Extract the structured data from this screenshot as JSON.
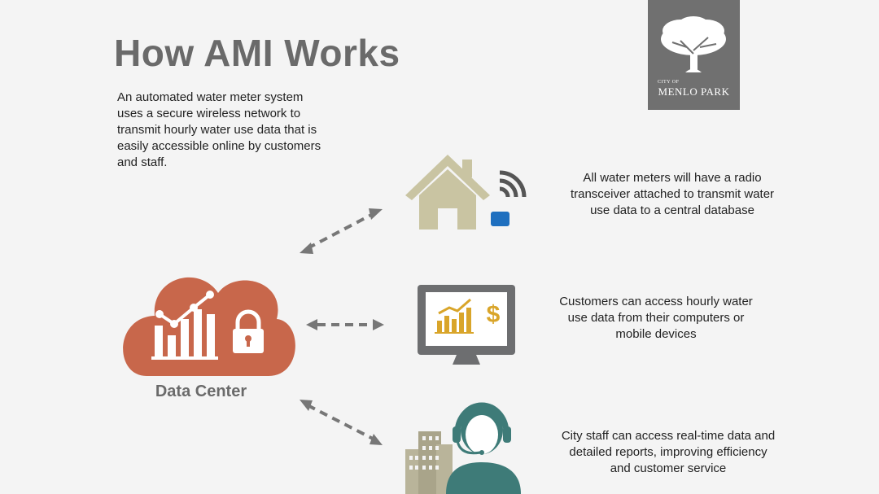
{
  "title": "How AMI Works",
  "intro_lines": [
    "An automated water meter system",
    "uses a secure wireless network to",
    "transmit hourly water use data that is",
    "easily accessible online by customers",
    "and staff."
  ],
  "logo": {
    "city_of": "CITY OF",
    "name": "MENLO PARK"
  },
  "data_center_label": "Data Center",
  "items": [
    {
      "icon": "house-meter-icon",
      "lines": [
        "All water meters will have a radio",
        "transceiver attached to transmit water",
        "use data to a central database"
      ]
    },
    {
      "icon": "computer-monitor-icon",
      "lines": [
        "Customers can access hourly water",
        "use data from their computers or",
        "mobile devices"
      ]
    },
    {
      "icon": "city-staff-icon",
      "lines": [
        "City staff can access real-time data and",
        "detailed reports, improving efficiency",
        "and customer service"
      ]
    }
  ],
  "colors": {
    "title": "#6a6a6a",
    "cloud": "#c8674b",
    "house": "#c9c4a2",
    "meter_blue": "#1e6fbf",
    "monitor": "#6d6e70",
    "chart_gold": "#d9a52a",
    "staff_teal": "#3e7b78",
    "arrow": "#777777",
    "logo_bg": "#707070"
  }
}
